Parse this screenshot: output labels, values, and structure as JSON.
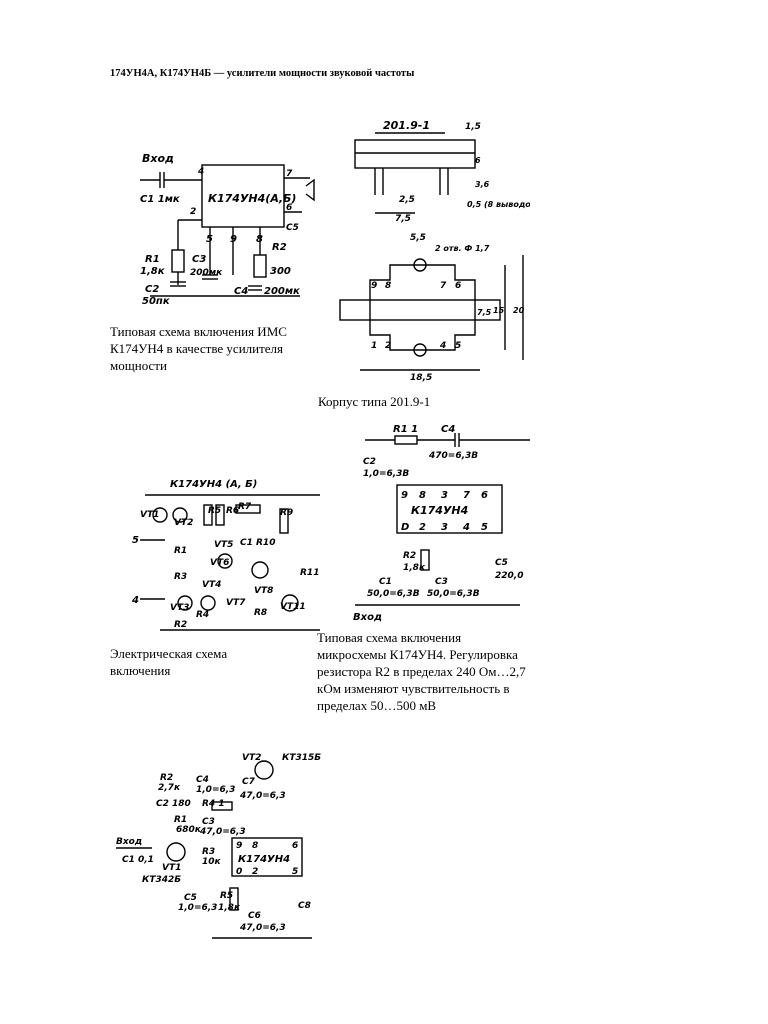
{
  "page": {
    "title": "174УН4А, К174УН4Б — усилители мощности звуковой частоты"
  },
  "captions": {
    "typical_power_amp": "Типовая схема включения ИМС К174УН4 в качестве усилителя мощности",
    "package": "Корпус типа 201.9-1",
    "electrical_schematic": "Электрическая схема включения",
    "typical_sensitivity": "Типовая схема включения микросхемы К174УН4. Регулировка резистора R2 в пределах 240 Ом…2,7 кОм изменяют чувствительность в пределах 50…500 мВ"
  },
  "figures": [
    {
      "name": "figure-power-amp-schematic",
      "description_shown": "scanned circuit diagram"
    },
    {
      "name": "figure-package-drawing",
      "description_shown": "scanned package outline drawing"
    },
    {
      "name": "figure-internal-schematic",
      "description_shown": "scanned internal circuit diagram"
    },
    {
      "name": "figure-sensitivity-schematic",
      "description_shown": "scanned circuit diagram"
    },
    {
      "name": "figure-preamp-schematic",
      "description_shown": "scanned circuit diagram"
    }
  ]
}
